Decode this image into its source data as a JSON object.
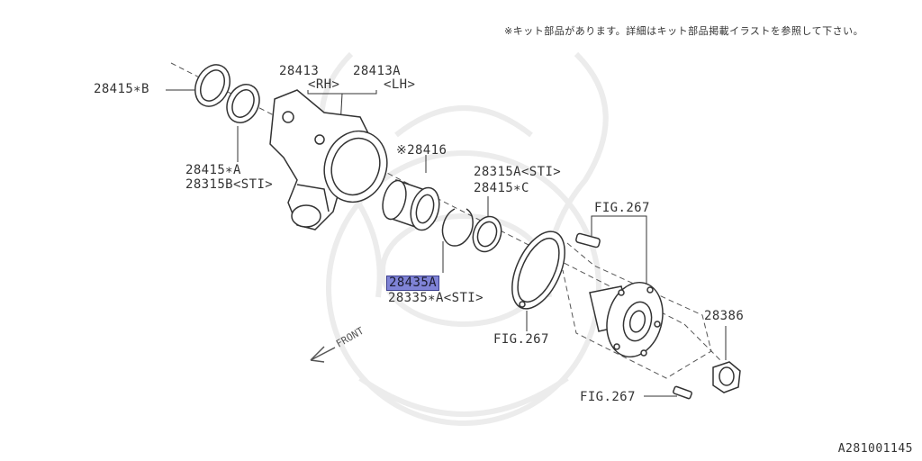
{
  "note": "※キット部品があります。詳細はキット部品掲載イラストを参照して下さい。",
  "illustration_number": "A281001145",
  "front_marker": "FRONT",
  "labels": {
    "knuckle_rh": "28413",
    "knuckle_lh": "28413A",
    "rh": "<RH>",
    "lh": "<LH>",
    "seal_b": "28415∗B",
    "seal_a": "28415∗A",
    "seal_b_sti": "28315B<STI>",
    "bearing": "※28416",
    "seal_a_sti": "28315A<STI>",
    "seal_c": "28415∗C",
    "snap_ring": "28435A",
    "snap_ring_sti": "28335∗A<STI>",
    "fig_top": "FIG.267",
    "fig_mid": "FIG.267",
    "fig_bottom": "FIG.267",
    "nut": "28386"
  }
}
